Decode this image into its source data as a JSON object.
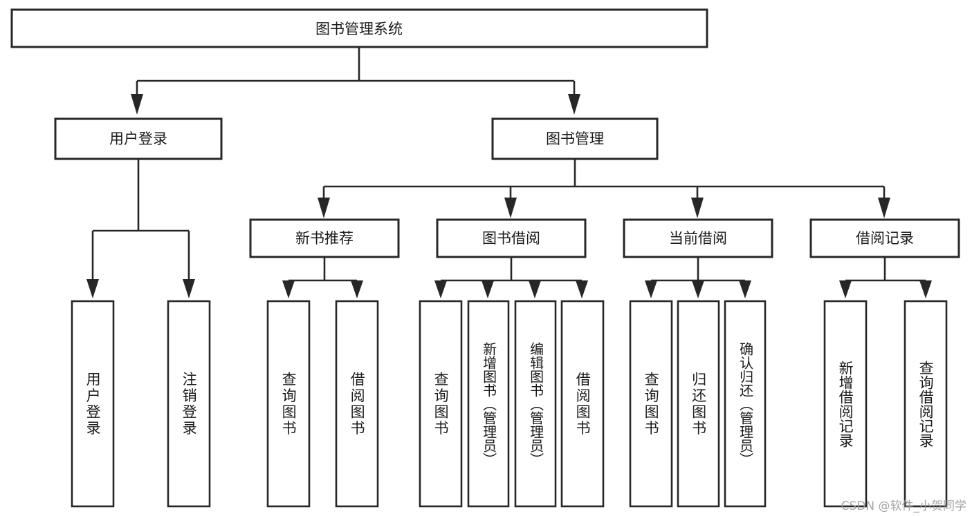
{
  "diagram": {
    "title": "图书管理系统",
    "type": "tree-hierarchy-diagram",
    "watermark": "CSDN @软件_小贺同学",
    "colors": {
      "stroke": "#272727",
      "fill": "#ffffff",
      "text": "#1b1b1b",
      "background": "#ffffff",
      "watermark": "#9d9d9d"
    },
    "root": {
      "label": "图书管理系统"
    },
    "level2": [
      {
        "label": "用户登录"
      },
      {
        "label": "图书管理"
      }
    ],
    "level3": [
      {
        "label": "新书推荐"
      },
      {
        "label": "图书借阅"
      },
      {
        "label": "当前借阅"
      },
      {
        "label": "借阅记录"
      }
    ],
    "leaves": {
      "user_login": [
        {
          "label": "用户登录"
        },
        {
          "label": "注销登录"
        }
      ],
      "new_book_recommend": [
        {
          "label": "查询图书"
        },
        {
          "label": "借阅图书"
        }
      ],
      "book_borrow": [
        {
          "label": "查询图书"
        },
        {
          "label": "新增图书（管理员）"
        },
        {
          "label": "编辑图书（管理员）"
        },
        {
          "label": "借阅图书"
        }
      ],
      "current_borrow": [
        {
          "label": "查询图书"
        },
        {
          "label": "归还图书"
        },
        {
          "label": "确认归还（管理员）"
        }
      ],
      "borrow_record": [
        {
          "label": "新增借阅记录"
        },
        {
          "label": "查询借阅记录"
        }
      ]
    }
  }
}
